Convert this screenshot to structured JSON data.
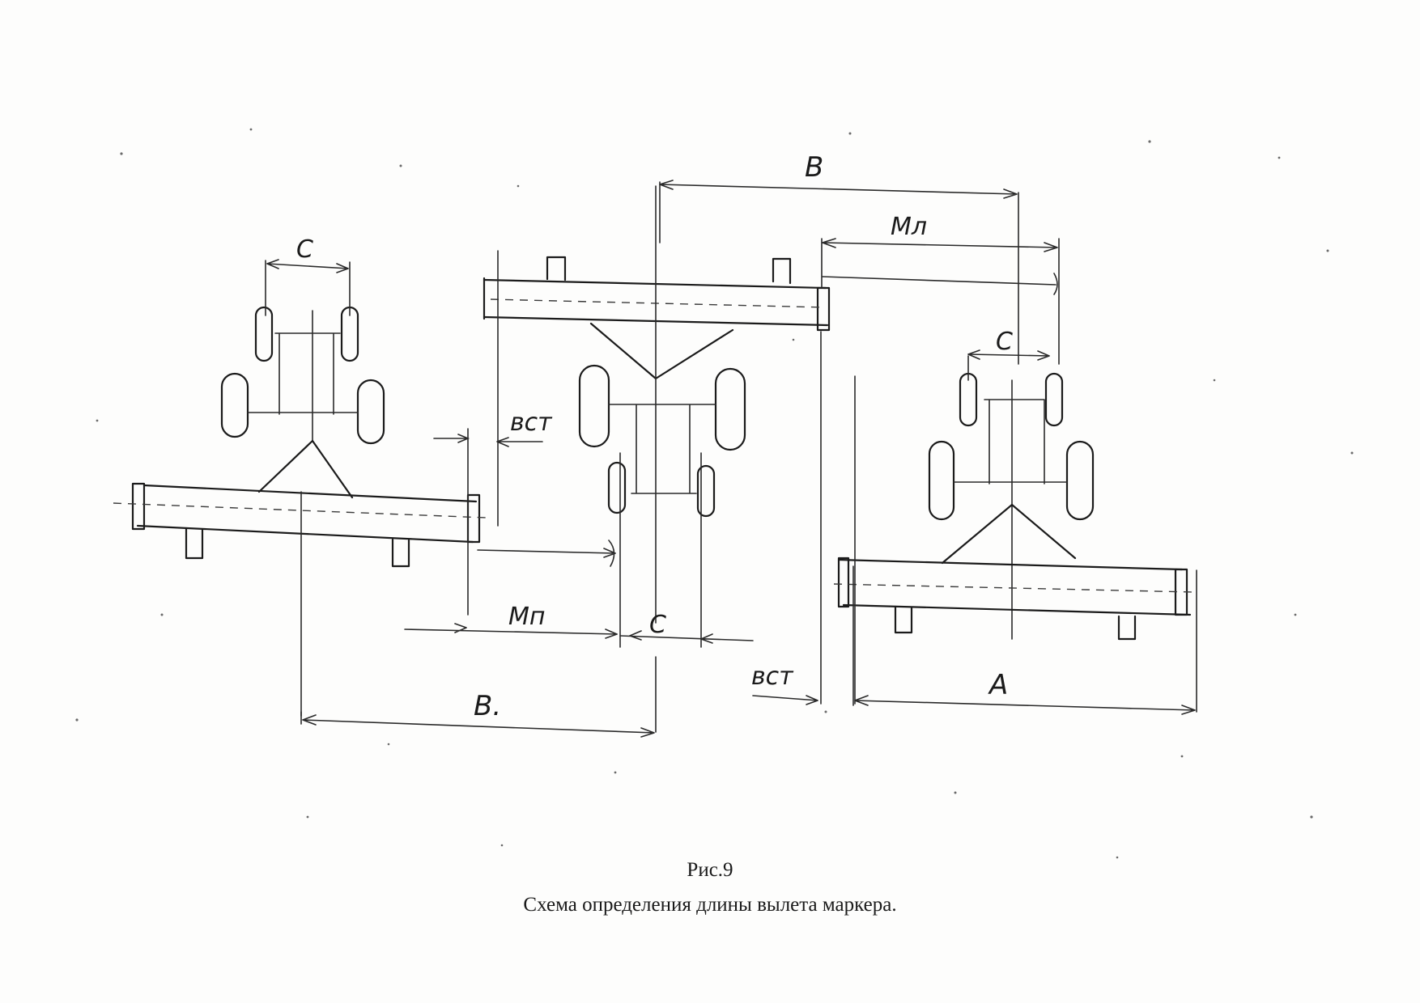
{
  "figure": {
    "number_label": "Рис.9",
    "title": "Схема определения длины вылета маркера."
  },
  "labels": {
    "c_left_tractor": "C",
    "c_right_tractor": "C",
    "c_middle": "C",
    "b_top": "B",
    "b_bottom": "B.",
    "ml": "Mл",
    "mp": "Mп",
    "bst_upper": "вст",
    "bst_lower": "вст",
    "a": "A"
  }
}
